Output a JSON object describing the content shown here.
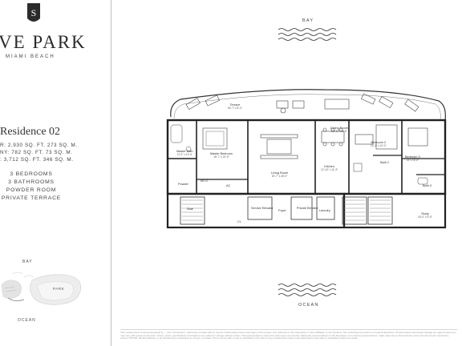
{
  "brand": {
    "title": "VE PARK",
    "subtitle": "MIAMI BEACH",
    "logo_icon": "s-monogram-badge-icon"
  },
  "residence": {
    "title": "Residence 02",
    "areas": [
      "R: 2,930 SQ. FT.   273 SQ. M.",
      "NY: 782 SQ. FT.    73 SQ. M.",
      ": 3,712 SQ. FT.   346 SQ. M."
    ],
    "features": [
      "3 BEDROOMS",
      "3 BATHROOMS",
      "POWDER ROOM",
      "PRIVATE TERRACE"
    ]
  },
  "key_plan": {
    "bay_label": "BAY",
    "park_label": "PARK",
    "ocean_label": "OCEAN"
  },
  "orientation": {
    "top": "BAY",
    "bottom": "OCEAN"
  },
  "floor_plan": {
    "rooms": [
      {
        "name": "Terrace",
        "dim": "94'-7\" x 8'-4\""
      },
      {
        "name": "Master Bath",
        "dim": "11'-0\" x 10'-4\""
      },
      {
        "name": "Master Bedroom",
        "dim": "18'-7\" x 22'-9\""
      },
      {
        "name": "Living Room",
        "dim": "20'-7\" x 28'-0\""
      },
      {
        "name": "Dining Room",
        "dim": "13'-10\" x 8'-0\""
      },
      {
        "name": "Kitchen",
        "dim": "12'-10\" x 11'-3\""
      },
      {
        "name": "Bedroom 2",
        "dim": "12'-3\" x 12'-0\""
      },
      {
        "name": "Bedroom 3",
        "dim": "14' x 15'-6\""
      },
      {
        "name": "Bath 2",
        "dim": ""
      },
      {
        "name": "Bath 3",
        "dim": ""
      },
      {
        "name": "Study",
        "dim": "16'-0\" x 9'-6\""
      },
      {
        "name": "Powder",
        "dim": ""
      },
      {
        "name": "Foyer",
        "dim": ""
      },
      {
        "name": "Service Elevator",
        "dim": ""
      },
      {
        "name": "Private Elevator",
        "dim": ""
      },
      {
        "name": "Laundry",
        "dim": ""
      },
      {
        "name": "Stair",
        "dim": ""
      },
      {
        "name": "CL",
        "dim": ""
      },
      {
        "name": "AC",
        "dim": ""
      },
      {
        "name": "W.I.C.",
        "dim": ""
      }
    ]
  },
  "disclaimer": "This condominium is being developed by ... (the \"Developer\"), which has a limited right to use the trademarked names and logos of the project. Any reference to the ownership or other affiliation is not intended. The renderings are artist's conceptual depictions. All dimensions and square footage are approximate and may vary with actual construction. Prices, plans, specifications and features are subject to change without notice. Oral representations cannot be relied upon as correctly stating the representations of the Developer. For correct representations, make reference to this brochure and to the documents required by section 718.503, Florida Statutes, to be furnished by a developer to a buyer or lessee. This is not an offer to sell or solicitation of an offer to buy condominium units in any state where such offer or solicitation cannot be made."
}
